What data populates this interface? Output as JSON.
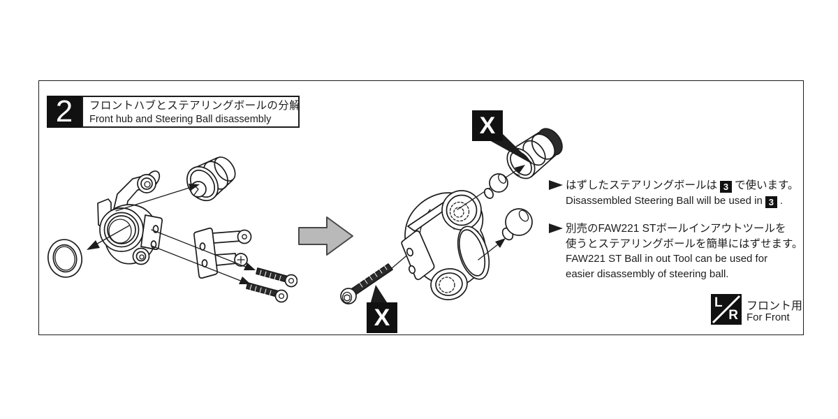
{
  "step": {
    "number": "2",
    "title_jp": "フロントハブとステアリングボールの分解",
    "title_en": "Front hub and Steering Ball disassembly"
  },
  "notes": {
    "note1": {
      "jp_before": "はずしたステアリングボールは",
      "jp_ref": "3",
      "jp_after": "で使います。",
      "en_before": "Disassembled Steering Ball will be used in",
      "en_ref": "3",
      "en_after": "."
    },
    "note2": {
      "jp_line1": "別売のFAW221 STボールインアウトツールを",
      "jp_line2": "使うとステアリングボールを簡単にはずせます。",
      "en_line1": "FAW221 ST Ball in out Tool can be used for",
      "en_line2": "easier disassembly of steering ball."
    }
  },
  "marks": {
    "prohibition": "X"
  },
  "footer": {
    "lr_left": "L",
    "lr_right": "R",
    "label_jp": "フロント用",
    "label_en": "For Front"
  },
  "colors": {
    "ink": "#1c1c1c",
    "process_arrow_fill": "#b9b9b9",
    "mark_bg": "#111111"
  }
}
